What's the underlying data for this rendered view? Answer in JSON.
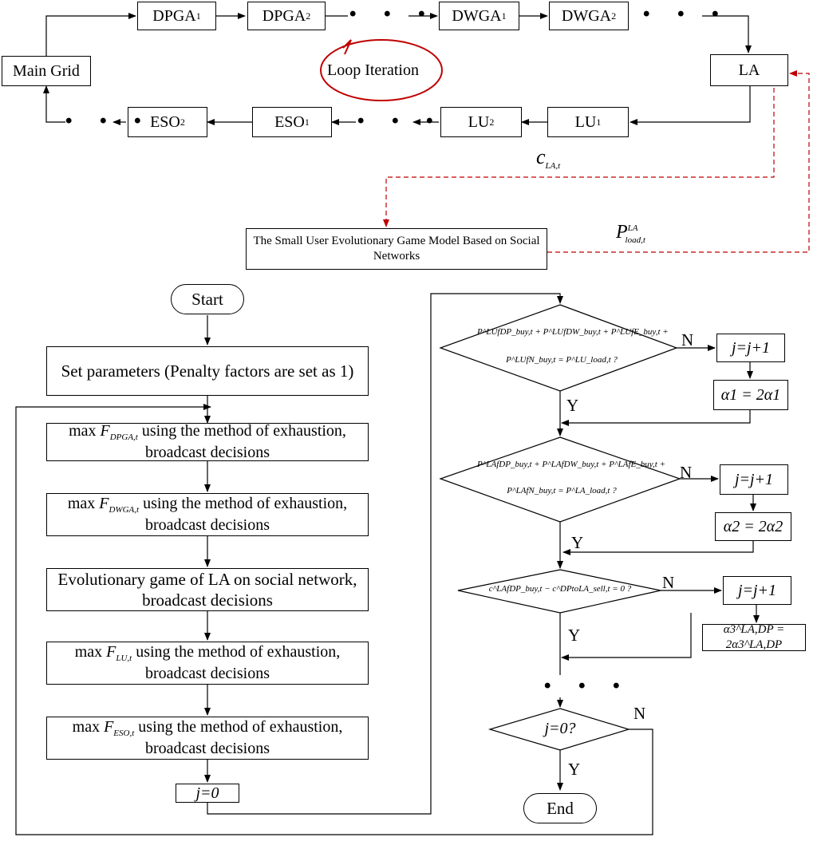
{
  "top": {
    "main_grid": "Main Grid",
    "dpga1": "DPGA",
    "dpga2": "DPGA",
    "dwga1": "DWGA",
    "dwga2": "DWGA",
    "la": "LA",
    "lu2": "LU",
    "lu1": "LU",
    "eso2": "ESO",
    "eso1": "ESO",
    "sup1": "1",
    "sup2": "2",
    "loop": "Loop Iteration",
    "c_label": "c",
    "c_sub": "LA,t",
    "p_label": "P",
    "p_sup": "LA",
    "p_sub": "load,t",
    "model": "The Small User Evolutionary Game Model Based on Social Networks"
  },
  "flow": {
    "start": "Start",
    "set_params": "Set parameters (Penalty factors are set as 1)",
    "step1_var": "F",
    "step1_sub": "DPGA,t",
    "step2_sub": "DWGA,t",
    "step4_sub": "LU,t",
    "step5_sub": "ESO,t",
    "max": "max",
    "step_text": "using the method of exhaustion, broadcast decisions",
    "step3": "Evolutionary game of LA on social network, broadcast decisions",
    "j0": "j=0",
    "end": "End",
    "dots": "• • •"
  },
  "decisions": {
    "d1_line1": "P^LUfDP_buy,t + P^LUfDW_buy,t + P^LUfE_buy,t +",
    "d1_line2": "P^LUfN_buy,t = P^LU_load,t ?",
    "d2_line1": "P^LAfDP_buy,t + P^LAfDW_buy,t + P^LAfE_buy,t +",
    "d2_line2": "P^LAfN_buy,t = P^LA_load,t ?",
    "d3": "c^LAfDP_buy,t − c^DPtoLA_sell,t = 0 ?",
    "d4": "j=0?",
    "yes": "Y",
    "no": "N",
    "inc": "j=j+1",
    "a1": "α1 = 2α1",
    "a2": "α2 = 2α2",
    "a3": "α3^LA,DP = 2α3^LA,DP"
  }
}
